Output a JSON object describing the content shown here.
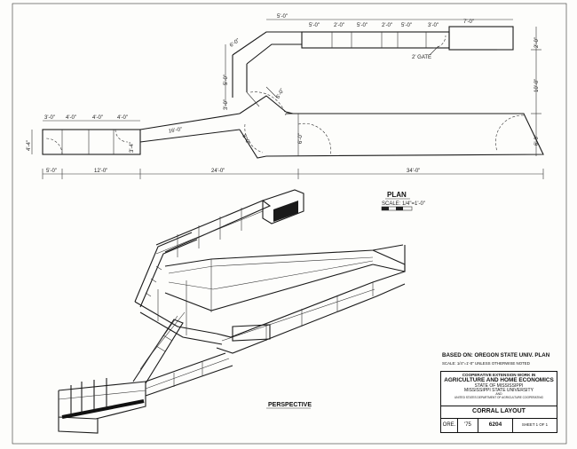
{
  "plan": {
    "title": "PLAN",
    "scale": "SCALE: 1/4\"=1'-0\"",
    "gate_note": "2' GATE",
    "dims_top": [
      "5'-0\"",
      "5'-0\"",
      "2'-0\"",
      "5'-0\"",
      "2'-0\"",
      "5'-0\"",
      "3'-0\"",
      "7'-0\""
    ],
    "dims_left_pen": [
      "3'-0\"",
      "4'-0\"",
      "4'-0\"",
      "4'-0\""
    ],
    "dims_bottom": [
      "5'-0\"",
      "12'-0\"",
      "24'-0\"",
      "34'-0\""
    ],
    "dims_right": [
      "2'-0\"",
      "10'-0\"",
      "6'-0\""
    ],
    "dim_chute": "16'-0\"",
    "dim_crowd_a": "6'-0\"",
    "dim_crowd_b": "5'-0\"",
    "dim_crowd_c": "3'-0\"",
    "dim_crowd_d": "8'-0\"",
    "dim_pen_h": "6'-0\"",
    "dim_left_end": "4'-4\"",
    "dim_mid": "3'-4\"",
    "dim_alley": "6'-0\""
  },
  "perspective": {
    "title": "PERSPECTIVE"
  },
  "title_block": {
    "based_on": "BASED ON: OREGON STATE UNIV. PLAN",
    "scale_note": "SCALE: 1/4\"=1'-0\" UNLESS OTHERWISE NOTED",
    "coop_line1": "COOPERATIVE EXTENSION WORK IN",
    "coop_line2": "AGRICULTURE AND HOME ECONOMICS",
    "state": "STATE OF MISSISSIPPI",
    "university": "MISSISSIPPI STATE UNIVERSITY",
    "and": "AND",
    "usda": "UNITED STATES DEPARTMENT OF AGRICULTURE COOPERATING",
    "drawing_title": "CORRAL LAYOUT",
    "code": "ORE.",
    "year": "'75",
    "number": "6204",
    "sheet": "SHEET 1 OF 1"
  }
}
